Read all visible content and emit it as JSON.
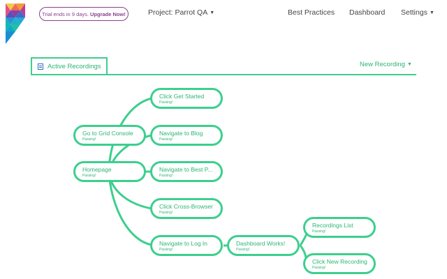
{
  "header": {
    "trial_text": "Trial ends in 9 days.",
    "upgrade_label": "Upgrade Now!",
    "project_label": "Project: Parrot QA",
    "nav": {
      "best_practices": "Best Practices",
      "dashboard": "Dashboard",
      "settings": "Settings"
    }
  },
  "tabs": {
    "active_recordings": "Active Recordings",
    "new_recording": "New Recording"
  },
  "tree": {
    "nodes": [
      {
        "label": "Click Get Started",
        "status": "Passing!"
      },
      {
        "label": "Go to Grid Console",
        "status": "Passing!"
      },
      {
        "label": "Navigate to Blog",
        "status": "Passing!"
      },
      {
        "label": "Homepage",
        "status": "Passing!"
      },
      {
        "label": "Navigate to Best P...",
        "status": "Passing!"
      },
      {
        "label": "Click Cross-Browser",
        "status": "Passing!"
      },
      {
        "label": "Navigate to Log In",
        "status": "Passing!"
      },
      {
        "label": "Dashboard Works!",
        "status": "Passing!"
      },
      {
        "label": "Recordings List",
        "status": "Passing!"
      },
      {
        "label": "Click New Recording",
        "status": "Passing!"
      }
    ]
  },
  "colors": {
    "accent": "#3ccf8e",
    "text_green": "#2bb673",
    "trial_purple": "#8b3f8f"
  },
  "icons": {
    "logo": "parrot-logo",
    "tab": "document-icon",
    "dropdown": "caret-down-icon"
  }
}
